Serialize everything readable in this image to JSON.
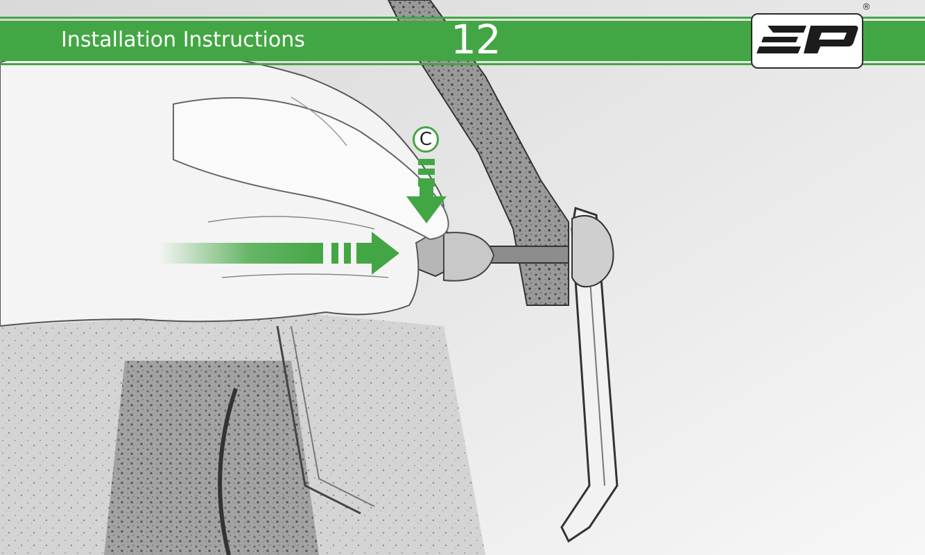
{
  "header": {
    "title": "Installation Instructions",
    "step_number": "12",
    "accent_color": "#43a644"
  },
  "logo": {
    "text": "EP",
    "registered_mark": "®"
  },
  "callout": {
    "label": "C"
  },
  "icons": [
    "insert-arrow-icon",
    "downward-arrow-icon"
  ]
}
